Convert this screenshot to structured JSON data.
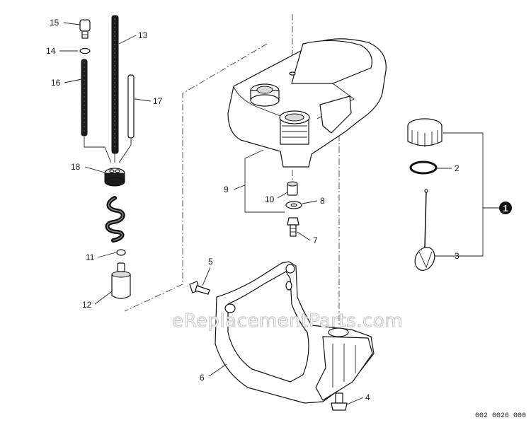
{
  "callouts": {
    "p1": "1",
    "p2": "2",
    "p3": "3",
    "p4": "4",
    "p5": "5",
    "p6": "6",
    "p7": "7",
    "p8": "8",
    "p9": "9",
    "p10": "10",
    "p11": "11",
    "p12": "12",
    "p13": "13",
    "p14": "14",
    "p15": "15",
    "p16": "16",
    "p17": "17",
    "p18": "18"
  },
  "watermark": "eReplacementParts.com",
  "diagram_code": "002 0026 000"
}
